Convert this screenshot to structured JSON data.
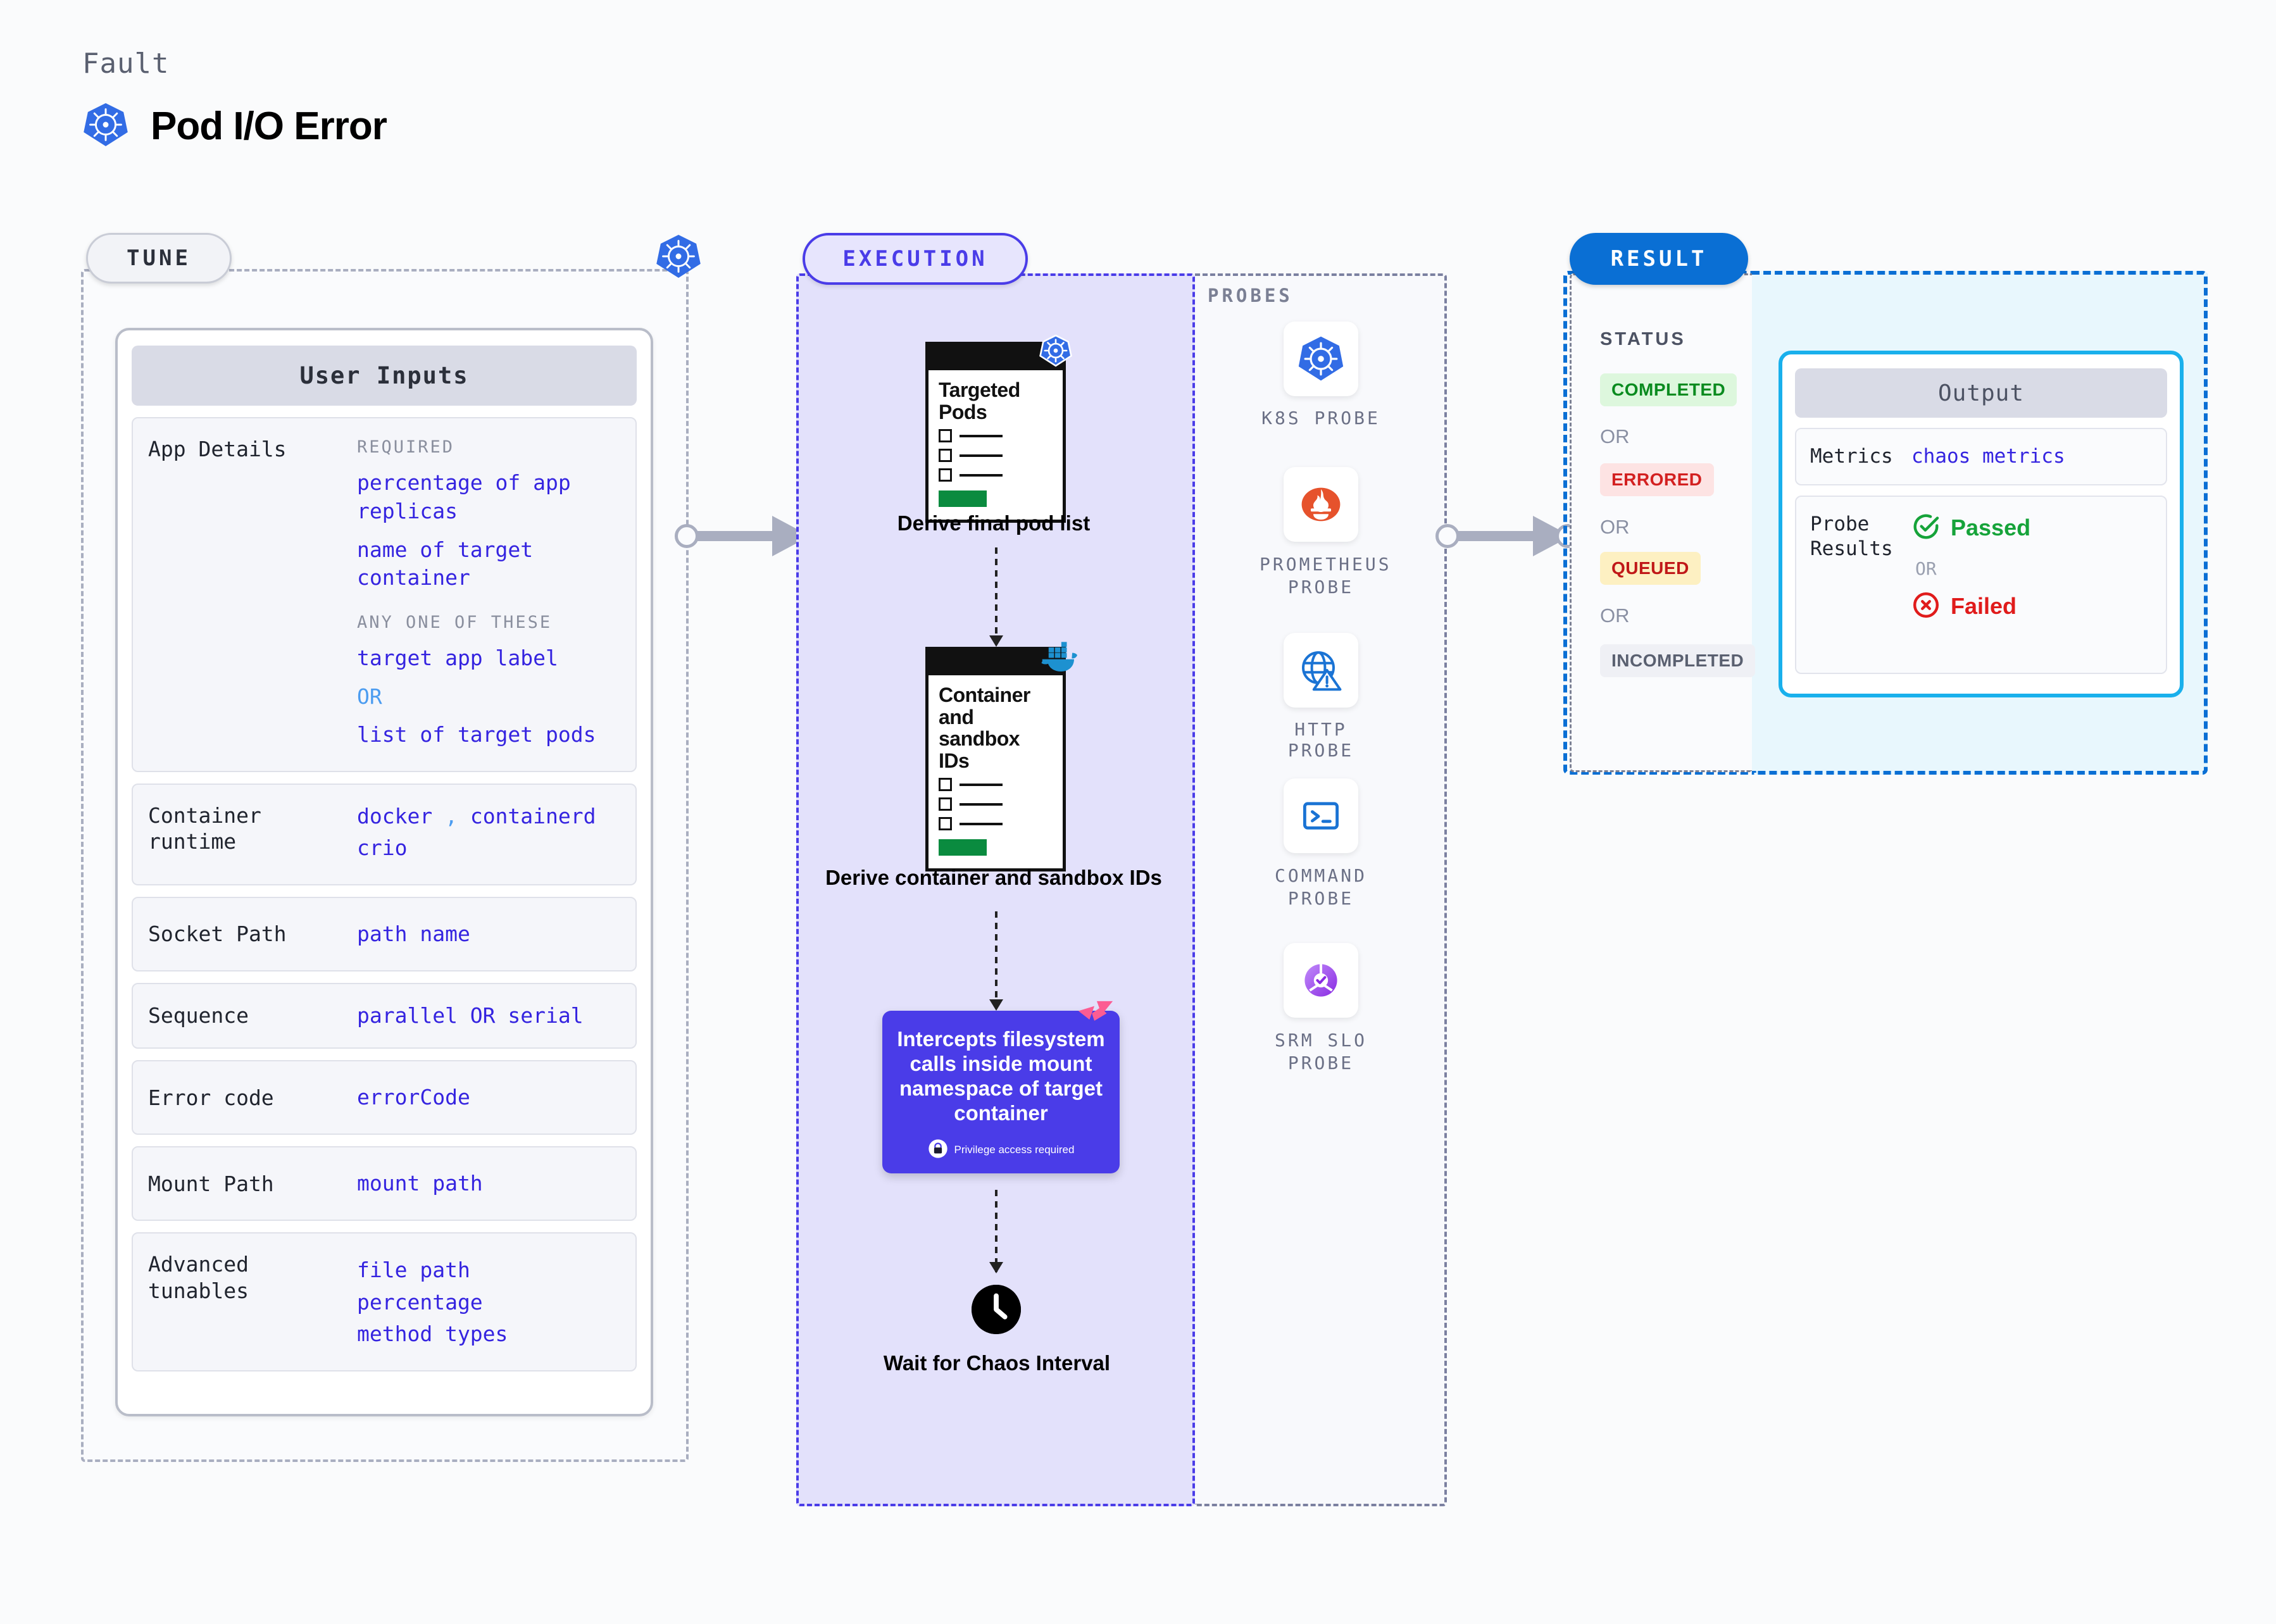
{
  "header": {
    "eyebrow": "Fault",
    "title": "Pod I/O Error",
    "icon": "kubernetes-icon"
  },
  "tune": {
    "pill": "TUNE",
    "boundary_icon": "kubernetes-icon",
    "card_title": "User Inputs",
    "rows": [
      {
        "label": "App Details",
        "groups": [
          {
            "heading": "REQUIRED",
            "values": [
              "percentage of app replicas",
              "name of target container"
            ]
          },
          {
            "heading": "ANY ONE OF THESE",
            "values": [
              "target app label",
              "OR",
              "list of target pods"
            ]
          }
        ]
      },
      {
        "label": "Container runtime",
        "values": [
          "docker , containerd",
          "crio"
        ]
      },
      {
        "label": "Socket Path",
        "values": [
          "path name"
        ]
      },
      {
        "label": "Sequence",
        "values": [
          "parallel OR serial"
        ]
      },
      {
        "label": "Error code",
        "values": [
          "errorCode"
        ]
      },
      {
        "label": "Mount Path",
        "values": [
          "mount path"
        ]
      },
      {
        "label": "Advanced tunables",
        "values": [
          "file path",
          "percentage",
          "method types"
        ]
      }
    ]
  },
  "execution": {
    "pill": "EXECUTION",
    "steps": [
      {
        "doc_title": "Targeted Pods",
        "caption": "Derive final pod list",
        "badge_icon": "kubernetes-icon"
      },
      {
        "doc_title": "Container and sandbox IDs",
        "caption": "Derive container and sandbox IDs",
        "badge_icon": "docker-icon"
      }
    ],
    "intercept": {
      "text": "Intercepts filesystem calls inside mount namespace of target container",
      "privilege_note": "Privilege access required",
      "corner_icon": "litmus-icon",
      "lock_icon": "lock-icon"
    },
    "wait": {
      "caption": "Wait for Chaos Interval",
      "icon": "clock-icon"
    }
  },
  "probes": {
    "label": "PROBES",
    "items": [
      {
        "name": "K8S PROBE",
        "icon": "kubernetes-icon"
      },
      {
        "name": "PROMETHEUS PROBE",
        "icon": "prometheus-icon"
      },
      {
        "name": "HTTP PROBE",
        "icon": "globe-warning-icon"
      },
      {
        "name": "COMMAND PROBE",
        "icon": "terminal-icon"
      },
      {
        "name": "SRM SLO PROBE",
        "icon": "srm-slo-icon"
      }
    ]
  },
  "result": {
    "pill": "RESULT",
    "status_label": "STATUS",
    "or_label": "OR",
    "statuses": [
      {
        "text": "COMPLETED",
        "bg": "#ddf7dd",
        "fg": "#0a8b1f"
      },
      {
        "text": "ERRORED",
        "bg": "#fde3e3",
        "fg": "#d32020"
      },
      {
        "text": "QUEUED",
        "bg": "#fdf0c2",
        "fg": "#c01818"
      },
      {
        "text": "INCOMPLETED",
        "bg": "#eff0f5",
        "fg": "#5a6070"
      }
    ],
    "output": {
      "title": "Output",
      "rows": [
        {
          "label": "Metrics",
          "value": "chaos metrics"
        }
      ],
      "probe_results": {
        "label": "Probe Results",
        "passed": "Passed",
        "or": "OR",
        "failed": "Failed",
        "passed_icon": "check-circle-icon",
        "failed_icon": "x-circle-icon",
        "passed_color": "#16a33a",
        "failed_color": "#e01b1b"
      }
    }
  },
  "colors": {
    "tune_border": "#a9aec0",
    "execution": "#4a3ce8",
    "result": "#0a6fd4",
    "output_border": "#19b0ec",
    "code_text": "#3524e0"
  }
}
